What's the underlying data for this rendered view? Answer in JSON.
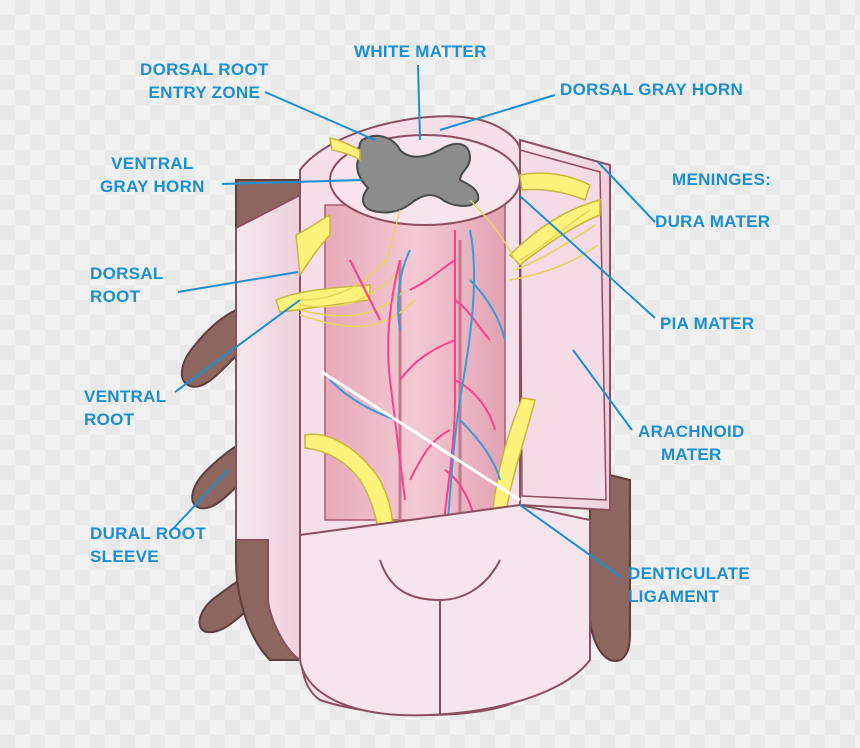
{
  "labels": {
    "dorsal_root_entry_zone": "DORSAL ROOT\nENTRY ZONE",
    "white_matter": "WHITE MATTER",
    "dorsal_gray_horn": "DORSAL GRAY HORN",
    "ventral_gray_horn": "VENTRAL\nGRAY HORN",
    "meninges": "MENINGES:",
    "dura_mater": "DURA MATER",
    "dorsal_root": "DORSAL\nROOT",
    "pia_mater": "PIA MATER",
    "ventral_root": "VENTRAL\nROOT",
    "arachnoid_mater": "ARACHNOID\nMATER",
    "dural_root_sleeve": "DURAL ROOT\nSLEEVE",
    "denticulate_ligament": "DENTICULATE\nLIGAMENT"
  },
  "colors": {
    "label": "#1b8fd0",
    "leader": "#1b8fd0",
    "outline": "#8a5060",
    "membrane": "#f6dfe8",
    "pia": "#e9b6c4",
    "root_sleeve": "#8e6660",
    "nerve": "#fff27a",
    "gray_matter": "#8c8c8c",
    "artery": "#ff3f8e",
    "vein": "#3b9bd7"
  }
}
